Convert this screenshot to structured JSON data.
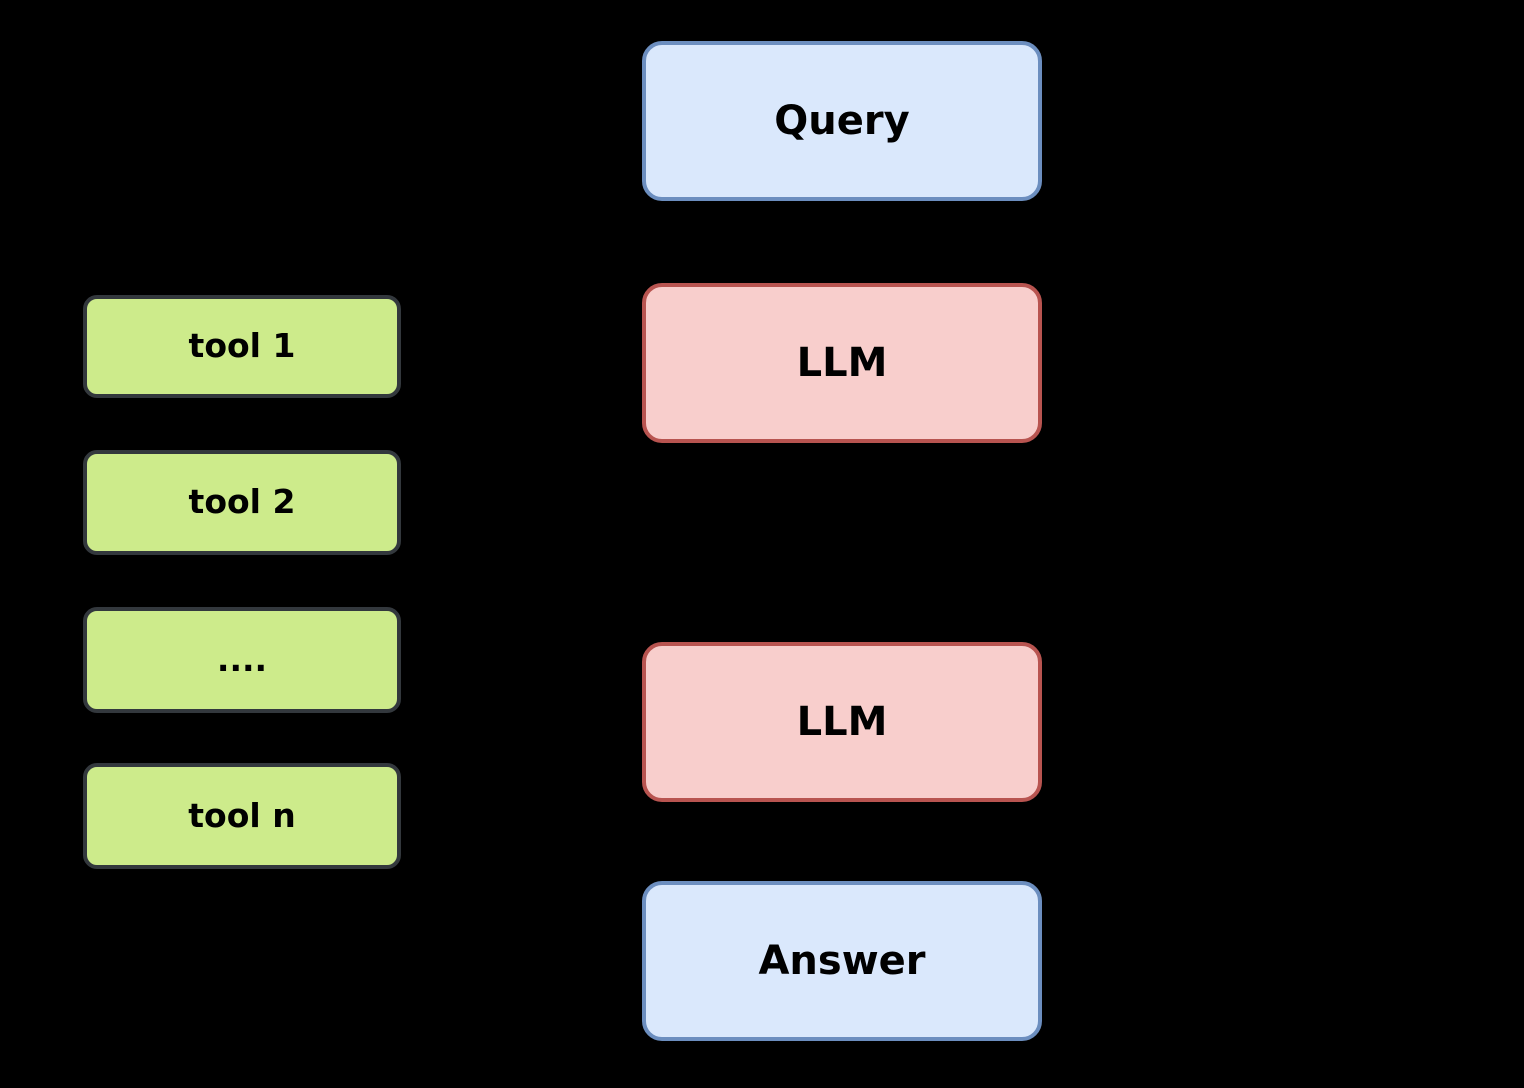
{
  "diagram": {
    "background_color": "#000000",
    "palette": {
      "input_output_fill": "#dae8fc",
      "input_output_stroke": "#6c8ebf",
      "llm_fill": "#f8cecc",
      "llm_stroke": "#b85450",
      "tool_fill": "#cdeb8b",
      "tool_stroke": "#33383d",
      "text_color": "#000000"
    },
    "flow_nodes": [
      {
        "id": "query",
        "label": "Query"
      },
      {
        "id": "llm-top",
        "label": "LLM"
      },
      {
        "id": "llm-bottom",
        "label": "LLM"
      },
      {
        "id": "answer",
        "label": "Answer"
      }
    ],
    "tool_nodes": [
      {
        "id": "tool-1",
        "label": "tool 1"
      },
      {
        "id": "tool-2",
        "label": "tool 2"
      },
      {
        "id": "tool-ellipsis",
        "label": "...."
      },
      {
        "id": "tool-n",
        "label": "tool n"
      }
    ]
  }
}
